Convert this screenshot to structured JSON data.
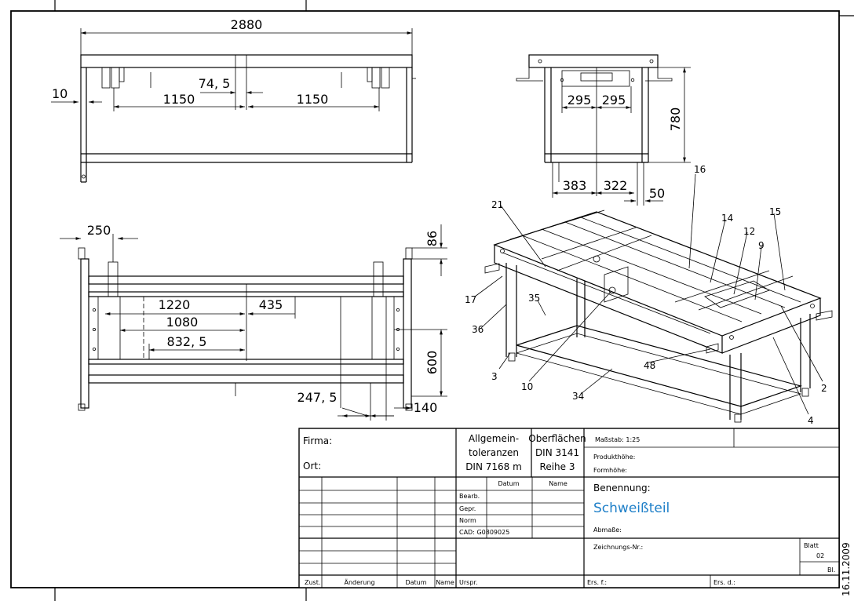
{
  "dimensions": {
    "front_overall": "2880",
    "front_left_edge": "10",
    "front_center_offset": "74, 5",
    "front_left_half": "1150",
    "front_right_half": "1150",
    "side_left": "295",
    "side_right": "295",
    "side_height": "780",
    "side_bottom_left": "383",
    "side_bottom_mid": "322",
    "side_bottom_right": "50",
    "top_left_offset": "250",
    "top_top_offset": "86",
    "top_len_1220": "1220",
    "top_len_435": "435",
    "top_len_1080": "1080",
    "top_len_832": "832, 5",
    "top_height_600": "600",
    "top_bottom_247": "247, 5",
    "top_bottom_140": "140"
  },
  "balloons": [
    "21",
    "17",
    "36",
    "35",
    "3",
    "10",
    "34",
    "48",
    "16",
    "14",
    "15",
    "12",
    "9",
    "2",
    "4"
  ],
  "title_block": {
    "firma": "Firma:",
    "ort": "Ort:",
    "tolerances": [
      "Allgemein-",
      "toleranzen",
      "DIN 7168 m"
    ],
    "surfaces": [
      "Oberflächen",
      "DIN 3141",
      "Reihe 3"
    ],
    "scale": "Maßstab: 1:25",
    "product_height": "Produkthöhe:",
    "form_height": "Formhöhe:",
    "datum_header": "Datum",
    "name_header": "Name",
    "bearb": "Bearb.",
    "gepr": "Gepr.",
    "norm": "Norm",
    "cad_ref": "CAD: G0809025",
    "benennung": "Benennung:",
    "part_name": "Schweißteil",
    "abmasse": "Abmaße:",
    "drawing_no": "Zeichnungs-Nr.:",
    "blatt": "Blatt",
    "blatt_value": "02",
    "bl": "Bl.",
    "zust": "Zust.",
    "aenderung": "Änderung",
    "datum_col": "Datum",
    "name_col": "Name",
    "urspr": "Urspr.",
    "ers_f": "Ers. f.:",
    "ers_d": "Ers. d.:"
  },
  "date_stamp": "16.11.2009"
}
